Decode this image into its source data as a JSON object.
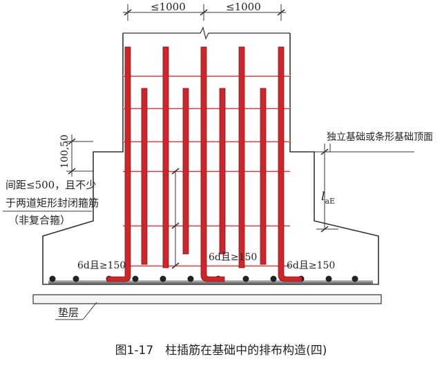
{
  "labels": {
    "dim_left": "≤1000",
    "dim_right": "≤1000",
    "top_surface": "独立基础或条形基础顶面",
    "dim_small": "100,50",
    "spacing_note_line1": "间距≤500，且不少",
    "spacing_note_line2": "于两道矩形封闭箍筋",
    "spacing_note_line3": "（非复合箍）",
    "hook_left": "6d且≥150",
    "hook_mid": "6d且≥150",
    "hook_right": "6d且≥150",
    "anchor_symbol": "l",
    "anchor_sub": "aE",
    "cushion": "垫层"
  },
  "caption": "图1-17　柱插筋在基础中的排布构造(四)",
  "colors": {
    "rebar": "#c8282d",
    "outline": "#333333",
    "bottom_bar": "#555555"
  }
}
